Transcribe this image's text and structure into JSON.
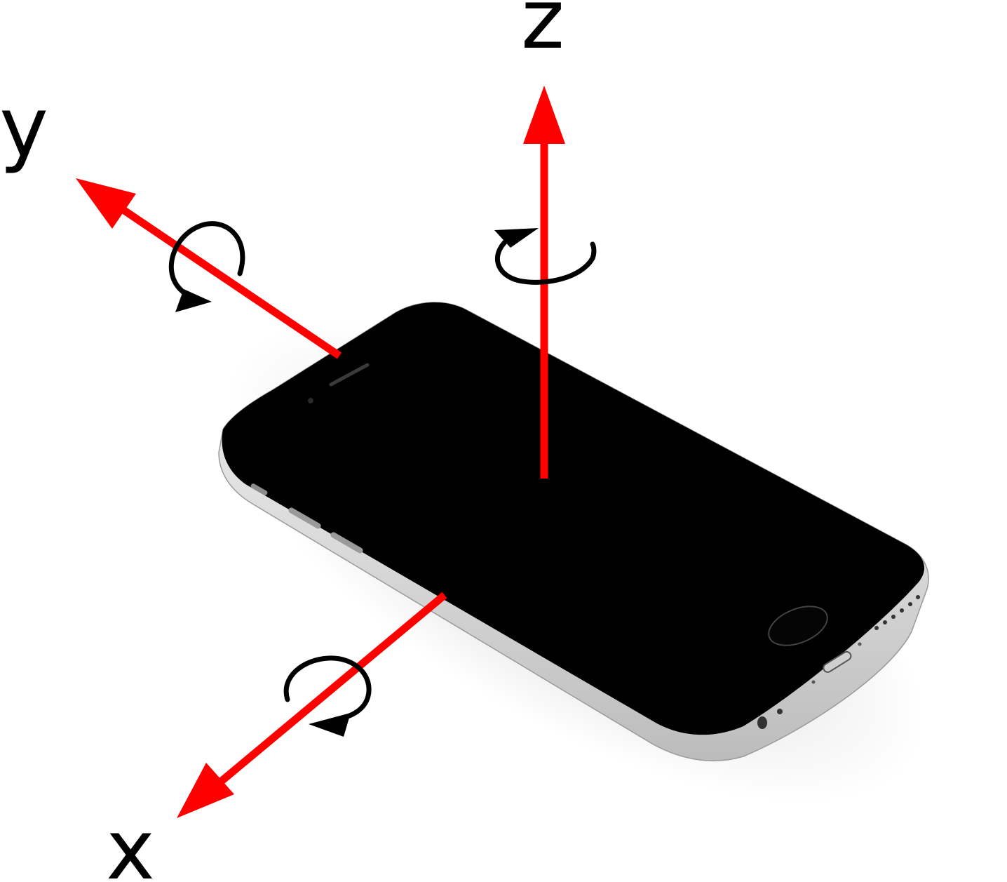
{
  "axes": {
    "z": {
      "label": "z"
    },
    "y": {
      "label": "y"
    },
    "x": {
      "label": "x"
    }
  },
  "colors": {
    "axis": "#ff0000",
    "rotation_arrow": "#000000",
    "phone_screen": "#000000",
    "phone_frame": "#e2e2e2",
    "background": "#ffffff"
  },
  "icons": {
    "device": "smartphone-icon",
    "rotation": "rotation-arrow-icon"
  }
}
